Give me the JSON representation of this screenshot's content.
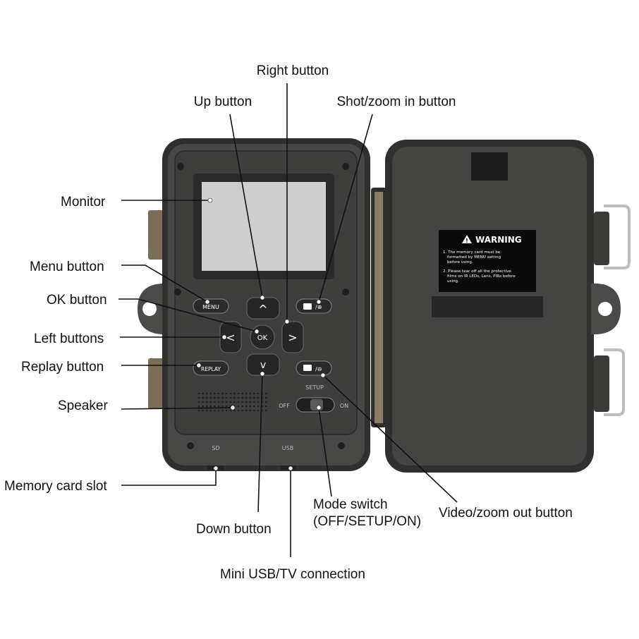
{
  "callouts": {
    "right_button": "Right button",
    "up_button": "Up button",
    "shot_zoom_in_button": "Shot/zoom in button",
    "monitor": "Monitor",
    "menu_button": "Menu button",
    "ok_button": "OK button",
    "left_buttons": "Left buttons",
    "replay_button": "Replay button",
    "speaker": "Speaker",
    "memory_card_slot": "Memory card slot",
    "down_button": "Down button",
    "mode_switch_line1": "Mode switch",
    "mode_switch_line2": "(OFF/SETUP/ON)",
    "mini_usb": "Mini USB/TV connection",
    "video_zoom_out_button": "Video/zoom out button"
  },
  "device": {
    "menu_key": "MENU",
    "replay_key": "REPLAY",
    "ok_key": "OK",
    "setup_label": "SETUP",
    "off_label": "OFF",
    "on_label": "ON",
    "sd_label": "SD",
    "usb_label": "USB"
  },
  "warning": {
    "heading": "WARNING",
    "line1": "1. The memory card must be",
    "line2": "formatted by MENU setting",
    "line3": "before using.",
    "line4": "2. Please tear off all the protective",
    "line5": "films on IR LEDs, Lens, PIRs before",
    "line6": "using."
  },
  "colors": {
    "body": "#4a4a48",
    "body_dark": "#2b2b2a",
    "screen": "#cfcfcf",
    "panel": "#3a3a39",
    "hinge": "#8a7d66"
  }
}
